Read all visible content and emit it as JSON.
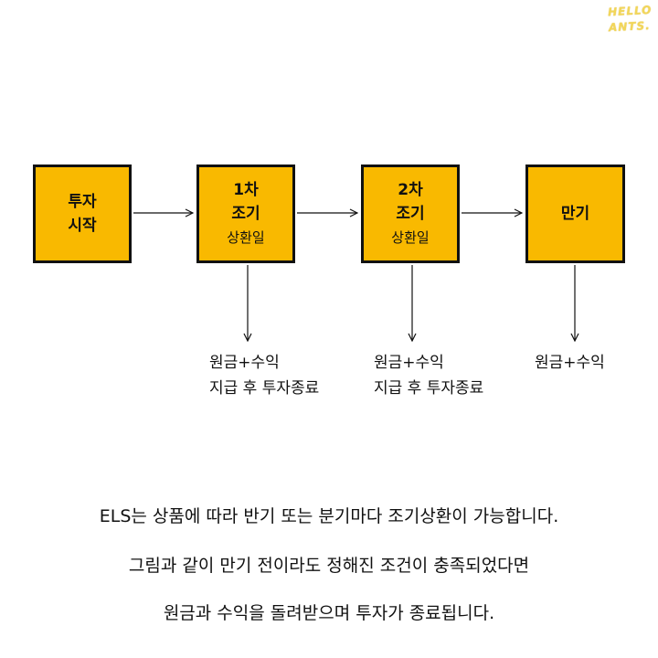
{
  "logo": {
    "line1": "HELLO",
    "line2": "ANTS."
  },
  "flow": {
    "boxes": [
      {
        "lines": [
          "투자",
          "시작"
        ]
      },
      {
        "lines": [
          "1차",
          "조기",
          "상환일"
        ]
      },
      {
        "lines": [
          "2차",
          "조기",
          "상환일"
        ]
      },
      {
        "lines": [
          "만기"
        ]
      }
    ],
    "outcomes": [
      {
        "line1": "원금+수익",
        "line2": "지급 후 투자종료"
      },
      {
        "line1": "원금+수익",
        "line2": "지급 후 투자종료"
      },
      {
        "line1": "원금+수익"
      }
    ]
  },
  "captions": [
    "ELS는 상품에 따라 반기 또는 분기마다 조기상환이 가능합니다.",
    "그림과 같이 만기 전이라도 정해진 조건이 충족되었다면",
    "원금과 수익을 돌려받으며 투자가 종료됩니다."
  ],
  "colors": {
    "box_fill": "#f9b900",
    "stroke": "#111111",
    "logo": "#f2d65a"
  }
}
